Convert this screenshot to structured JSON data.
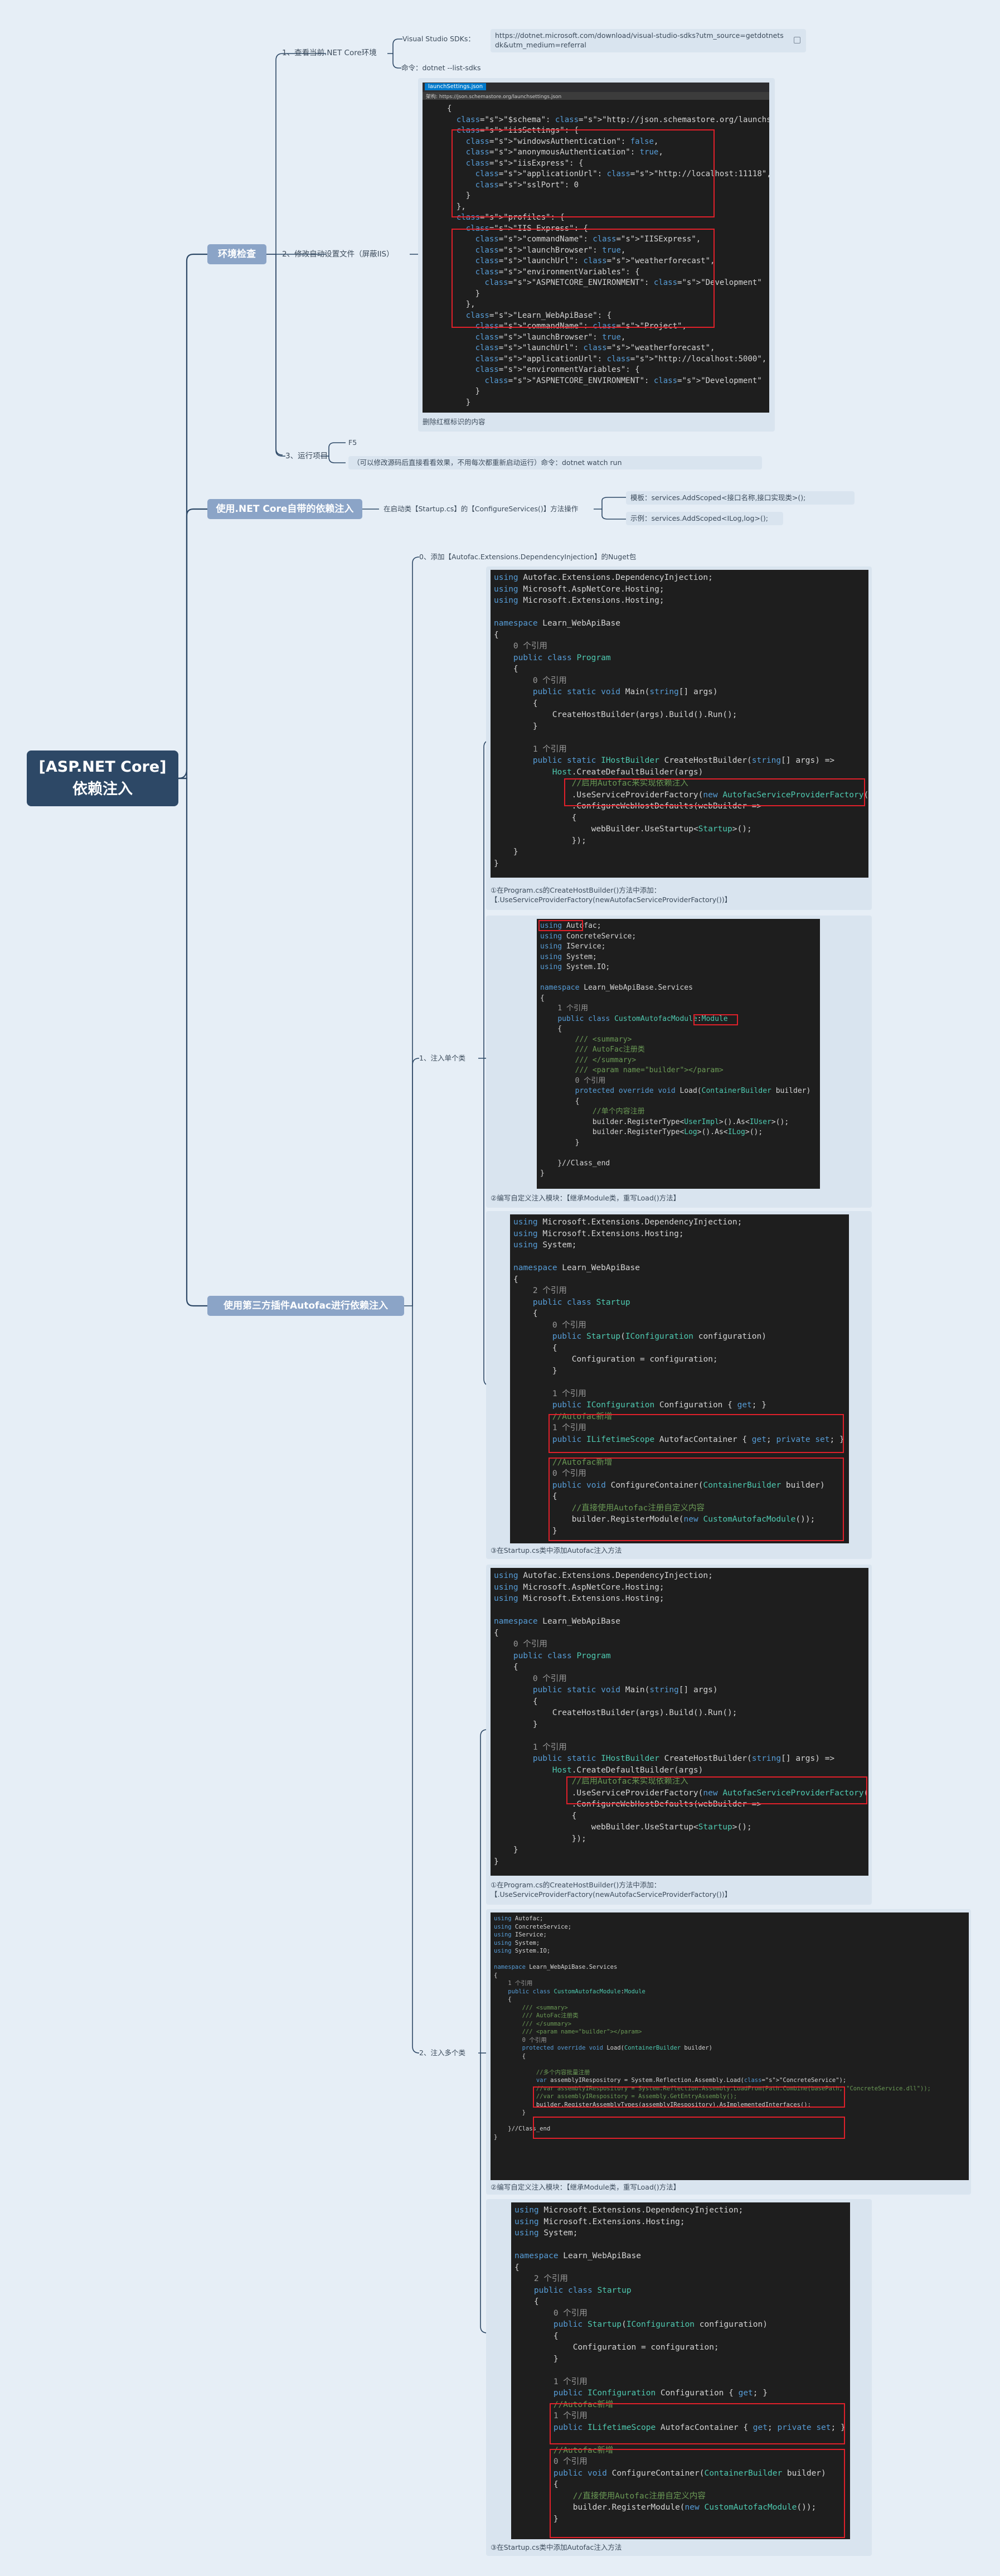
{
  "root": {
    "title": "[ASP.NET Core]\n依赖注入"
  },
  "branches": {
    "env": {
      "label": "环境检查",
      "items": {
        "sdk": {
          "label": "1、查看当前.NET Core环境",
          "vs_label": "Visual Studio SDKs：",
          "vs_link": "https://dotnet.microsoft.com/download/visual-studio-sdks?utm_source=getdotnetsdk&utm_medium=referral",
          "cmd": "命令：dotnet --list-sdks"
        },
        "launch": {
          "label": "2、修改自动设置文件（屏蔽IIS）",
          "caption": "删除红框标识的内容",
          "tab": "launchSettings.json",
          "schema_bar": "架构: https://json.schemastore.org/launchsettings.json"
        },
        "run": {
          "label": "3、运行项目",
          "f5": "F5",
          "watch": "（可以修改源码后直接看看效果，不用每次都重新启动运行）命令：dotnet watch run"
        }
      }
    },
    "builtin": {
      "label": "使用.NET Core自带的依赖注入",
      "desc": "在启动类【Startup.cs】的【ConfigureServices()】方法操作",
      "mode": "模板：services.AddScoped<接口名称,接口实现类>();",
      "example": "示例：services.AddScoped<ILog,log>();"
    },
    "autofac": {
      "label": "使用第三方插件Autofac进行依赖注入",
      "step0": "0、添加【Autofac.Extensions.DependencyInjection】的Nuget包",
      "single": {
        "label": "1、注入单个类",
        "cap1": "①在Program.cs的CreateHostBuilder()方法中添加：\n【.UseServiceProviderFactory(newAutofacServiceProviderFactory())】",
        "cap2": "②编写自定义注入模块：【继承Module类，重写Load()方法】",
        "cap3": "③在Startup.cs类中添加Autofac注入方法"
      },
      "multi": {
        "label": "2、注入多个类",
        "cap1": "①在Program.cs的CreateHostBuilder()方法中添加：\n【.UseServiceProviderFactory(newAutofacServiceProviderFactory())】",
        "cap2": "②编写自定义注入模块：【继承Module类，重写Load()方法】",
        "cap3": "③在Startup.cs类中添加Autofac注入方法"
      }
    }
  },
  "code": {
    "launch": [
      "{",
      "  \"$schema\": \"http://json.schemastore.org/launchsettings.json\",",
      "  \"iisSettings\": {",
      "    \"windowsAuthentication\": false,",
      "    \"anonymousAuthentication\": true,",
      "    \"iisExpress\": {",
      "      \"applicationUrl\": \"http://localhost:11118\",",
      "      \"sslPort\": 0",
      "    }",
      "  },",
      "  \"profiles\": {",
      "    \"IIS Express\": {",
      "      \"commandName\": \"IISExpress\",",
      "      \"launchBrowser\": true,",
      "      \"launchUrl\": \"weatherforecast\",",
      "      \"environmentVariables\": {",
      "        \"ASPNETCORE_ENVIRONMENT\": \"Development\"",
      "      }",
      "    },",
      "    \"Learn_WebApiBase\": {",
      "      \"commandName\": \"Project\",",
      "      \"launchBrowser\": true,",
      "      \"launchUrl\": \"weatherforecast\",",
      "      \"applicationUrl\": \"http://localhost:5000\",",
      "      \"environmentVariables\": {",
      "        \"ASPNETCORE_ENVIRONMENT\": \"Development\"",
      "      }",
      "    }"
    ],
    "program": [
      "using Autofac.Extensions.DependencyInjection;",
      "using Microsoft.AspNetCore.Hosting;",
      "using Microsoft.Extensions.Hosting;",
      "",
      "namespace Learn_WebApiBase",
      "{",
      "    0 个引用",
      "    public class Program",
      "    {",
      "        0 个引用",
      "        public static void Main(string[] args)",
      "        {",
      "            CreateHostBuilder(args).Build().Run();",
      "        }",
      "",
      "        1 个引用",
      "        public static IHostBuilder CreateHostBuilder(string[] args) =>",
      "            Host.CreateDefaultBuilder(args)",
      "                //启用Autofac来实现依赖注入",
      "                .UseServiceProviderFactory(new AutofacServiceProviderFactory())",
      "                .ConfigureWebHostDefaults(webBuilder =>",
      "                {",
      "                    webBuilder.UseStartup<Startup>();",
      "                });",
      "    }",
      "}"
    ],
    "module_single": [
      "using Autofac;",
      "using ConcreteService;",
      "using IService;",
      "using System;",
      "using System.IO;",
      "",
      "namespace Learn_WebApiBase.Services",
      "{",
      "    1 个引用",
      "    public class CustomAutofacModule:Module",
      "    {",
      "        /// <summary>",
      "        /// AutoFac注册类",
      "        /// </summary>",
      "        /// <param name=\"builder\"></param>",
      "        0 个引用",
      "        protected override void Load(ContainerBuilder builder)",
      "        {",
      "            //单个内容注册",
      "            builder.RegisterType<UserImpl>().As<IUser>();",
      "            builder.RegisterType<Log>().As<ILog>();",
      "        }",
      "",
      "    }//Class_end",
      "}"
    ],
    "startup": [
      "using Microsoft.Extensions.DependencyInjection;",
      "using Microsoft.Extensions.Hosting;",
      "using System;",
      "",
      "namespace Learn_WebApiBase",
      "{",
      "    2 个引用",
      "    public class Startup",
      "    {",
      "        0 个引用",
      "        public Startup(IConfiguration configuration)",
      "        {",
      "            Configuration = configuration;",
      "        }",
      "",
      "        1 个引用",
      "        public IConfiguration Configuration { get; }",
      "        //Autofac新增",
      "        1 个引用",
      "        public ILifetimeScope AutofacContainer { get; private set; }",
      "",
      "        //Autofac新增",
      "        0 个引用",
      "        public void ConfigureContainer(ContainerBuilder builder)",
      "        {",
      "            //直接使用Autofac注册自定义内容",
      "            builder.RegisterModule(new CustomAutofacModule());",
      "        }"
    ],
    "module_multi": [
      "using Autofac;",
      "using ConcreteService;",
      "using IService;",
      "using System;",
      "using System.IO;",
      "",
      "namespace Learn_WebApiBase.Services",
      "{",
      "    1 个引用",
      "    public class CustomAutofacModule:Module",
      "    {",
      "        /// <summary>",
      "        /// AutoFac注册类",
      "        /// </summary>",
      "        /// <param name=\"builder\"></param>",
      "        0 个引用",
      "        protected override void Load(ContainerBuilder builder)",
      "        {",
      "",
      "            //多个内容批量注册",
      "            var assemblyIRespository = System.Reflection.Assembly.Load(\"ConcreteService\");",
      "            //var assemblyIRespository = System.Reflection.Assembly.LoadFrom(Path.Combine(basePath, \"ConcreteService.dll\"));",
      "            //var assemblyIRespository = Assembly.GetEntryAssembly();",
      "            builder.RegisterAssemblyTypes(assemblyIRespository).AsImplementedInterfaces();",
      "        }",
      "",
      "    }//Class_end",
      "}"
    ]
  }
}
